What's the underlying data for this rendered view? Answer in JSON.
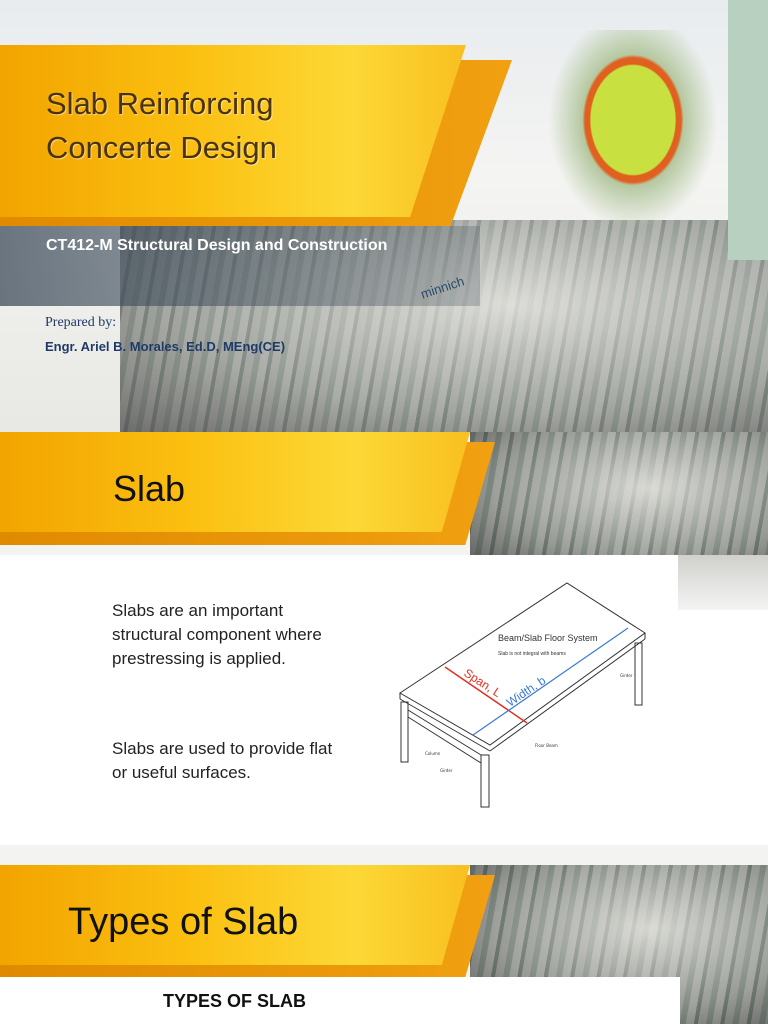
{
  "slide1": {
    "title_line1": "Slab Reinforcing",
    "title_line2": "Concerte Design",
    "subtitle": "CT412-M Structural Design and Construction",
    "prepared_label": "Prepared by:",
    "author": "Engr. Ariel B. Morales, Ed.D, MEng(CE)",
    "machine_brand": "minnich"
  },
  "slide2": {
    "title": "Slab"
  },
  "slide3": {
    "para1": "Slabs are an important structural component where prestressing is applied.",
    "para2": "Slabs are used to provide flat or useful surfaces.",
    "diagram": {
      "heading": "Beam/Slab Floor System",
      "note": "Slab is not integral with beams",
      "span_label": "Span, L",
      "width_label": "Width, b",
      "labels": [
        "Girder",
        "Floor Beam",
        "Column",
        "Girder"
      ]
    }
  },
  "slide4": {
    "title": "Types of Slab",
    "heading": "TYPES OF SLAB"
  },
  "colors": {
    "accent_yellow": "#fbbf10",
    "accent_orange": "#e08a00",
    "span_red": "#e53020",
    "width_blue": "#3a7ad8",
    "subtitle_white": "#ffffff",
    "author_navy": "#1f3a68"
  }
}
